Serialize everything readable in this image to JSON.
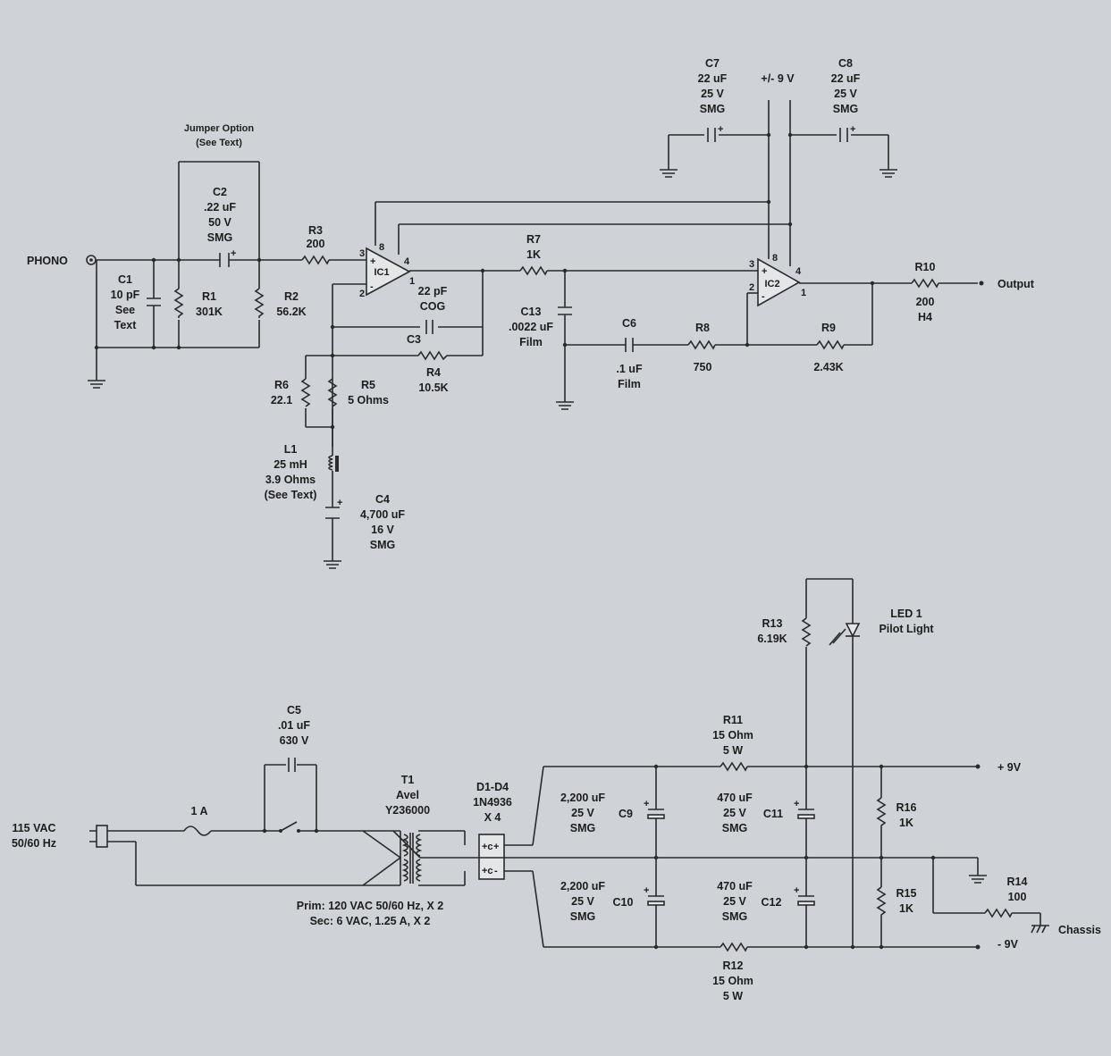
{
  "labels": {
    "phono": "PHONO",
    "output": "Output",
    "jumper": [
      "Jumper Option",
      "(See Text)"
    ],
    "c1": [
      "C1",
      "10 pF",
      "See",
      "Text"
    ],
    "c2": [
      "C2",
      ".22 uF",
      "50 V",
      "SMG"
    ],
    "r1": [
      "R1",
      "301K"
    ],
    "r2": [
      "R2",
      "56.2K"
    ],
    "r3": [
      "R3",
      "200"
    ],
    "ic1": "IC1",
    "ic2": "IC2",
    "c3": [
      "22 pF",
      "COG",
      "C3"
    ],
    "r4": [
      "R4",
      "10.5K"
    ],
    "r5": [
      "R5",
      "5 Ohms"
    ],
    "r6": [
      "R6",
      "22.1"
    ],
    "l1": [
      "L1",
      "25 mH",
      "3.9 Ohms",
      "(See Text)"
    ],
    "c4": [
      "C4",
      "4,700 uF",
      "16 V",
      "SMG"
    ],
    "r7": [
      "R7",
      "1K"
    ],
    "c13": [
      "C13",
      ".0022 uF",
      "Film"
    ],
    "c6": [
      "C6",
      ".1 uF",
      "Film"
    ],
    "r8": [
      "R8",
      "750"
    ],
    "r9": [
      "R9",
      "2.43K"
    ],
    "r10": [
      "R10",
      "200",
      "H4"
    ],
    "c7": [
      "C7",
      "22 uF",
      "25 V",
      "SMG"
    ],
    "c8": [
      "C8",
      "22 uF",
      "25 V",
      "SMG"
    ],
    "supply_rail": "+/- 9 V",
    "pins": {
      "in_plus": "3",
      "in_minus": "2",
      "out": "1",
      "v_plus": "8",
      "v_minus": "4"
    },
    "ac_in": [
      "115 VAC",
      "50/60 Hz"
    ],
    "fuse": "1 A",
    "c5": [
      "C5",
      ".01 uF",
      "630 V"
    ],
    "t1": [
      "T1",
      "Avel",
      "Y236000"
    ],
    "t1_spec": [
      "Prim: 120 VAC 50/60 Hz, X 2",
      "Sec: 6 VAC, 1.25 A, X 2"
    ],
    "diodes": [
      "D1-D4",
      "1N4936",
      "X 4"
    ],
    "c9": [
      "2,200 uF",
      "25 V",
      "SMG",
      "C9"
    ],
    "c10": [
      "2,200 uF",
      "25 V",
      "SMG",
      "C10"
    ],
    "c11": [
      "470 uF",
      "25 V",
      "SMG",
      "C11"
    ],
    "c12": [
      "470 uF",
      "25 V",
      "SMG",
      "C12"
    ],
    "r11": [
      "R11",
      "15 Ohm",
      "5 W"
    ],
    "r12": [
      "R12",
      "15 Ohm",
      "5 W"
    ],
    "r13": [
      "R13",
      "6.19K"
    ],
    "led1": [
      "LED 1",
      "Pilot Light"
    ],
    "r15": [
      "R15",
      "1K"
    ],
    "r16": [
      "R16",
      "1K"
    ],
    "r14": [
      "R14",
      "100"
    ],
    "chassis": "Chassis",
    "plus9": "+ 9V",
    "minus9": "- 9V"
  }
}
